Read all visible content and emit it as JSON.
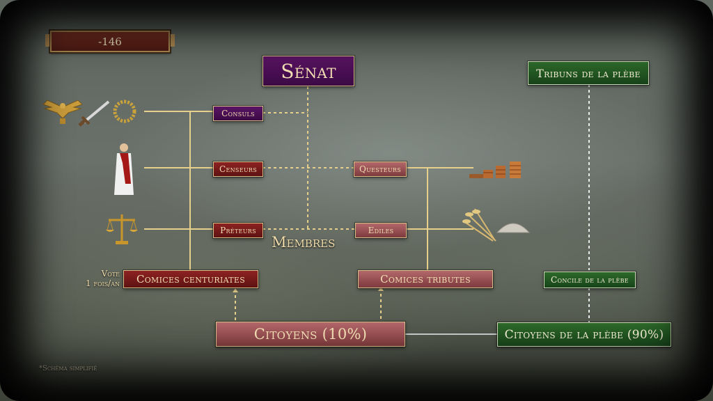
{
  "year": "-146",
  "nodes": {
    "senat": "Sénat",
    "tribuns": "Tribuns de la plèbe",
    "consuls": "Consuls",
    "censeurs": "Censeurs",
    "questeurs": "Questeurs",
    "preteurs": "Préteurs",
    "ediles": "Ediles",
    "membres": "Membres",
    "comices_centuriates": "Comices centuriates",
    "comices_tributes": "Comices tributes",
    "concile": "Concile de la plèbe",
    "citoyens": "Citoyens (10%)",
    "citoyens_plebe": "Citoyens de la plèbe (90%)"
  },
  "vote_label": [
    "Vote",
    "1 fois/an"
  ],
  "footnote": "*Schéma simplifié",
  "colors": {
    "gold": "#e7d08c",
    "purple": "#4a0f55",
    "red": "#7a1a1a",
    "rose": "#a05556",
    "green": "#22582a"
  },
  "icons": [
    "eagle-icon",
    "sword-icon",
    "laurel-icon",
    "magistrate-toga-icon",
    "scales-icon",
    "coins-icon",
    "wheat-icon",
    "grain-pile-icon"
  ]
}
